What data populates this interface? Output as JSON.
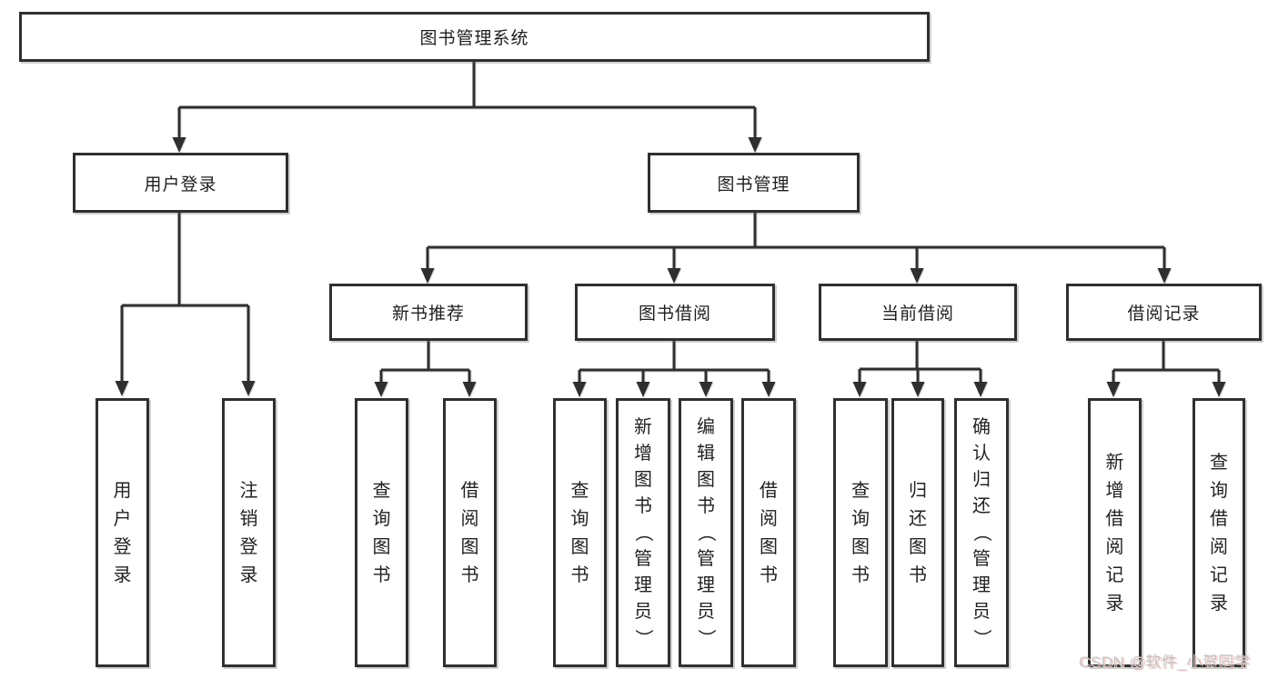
{
  "diagram": {
    "root": {
      "label": "图书管理系统"
    },
    "level2": [
      {
        "label": "用户登录"
      },
      {
        "label": "图书管理"
      }
    ],
    "level3": [
      {
        "label": "新书推荐"
      },
      {
        "label": "图书借阅"
      },
      {
        "label": "当前借阅"
      },
      {
        "label": "借阅记录"
      }
    ],
    "leaves": {
      "login": [
        "用户登录",
        "注销登录"
      ],
      "newbook": [
        "查询图书",
        "借阅图书"
      ],
      "borrow": [
        "查询图书",
        "新增图书（管理员）",
        "编辑图书（管理员）",
        "借阅图书"
      ],
      "current": [
        "查询图书",
        "归还图书",
        "确认归还（管理员）"
      ],
      "records": [
        "新增借阅记录",
        "查询借阅记录"
      ]
    }
  },
  "watermark": "CSDN @软件_小贺同学",
  "colors": {
    "line": "#2f2f2f",
    "text": "#1e1e1e",
    "watermark": "#c4c4c4",
    "background": "#ffffff"
  }
}
